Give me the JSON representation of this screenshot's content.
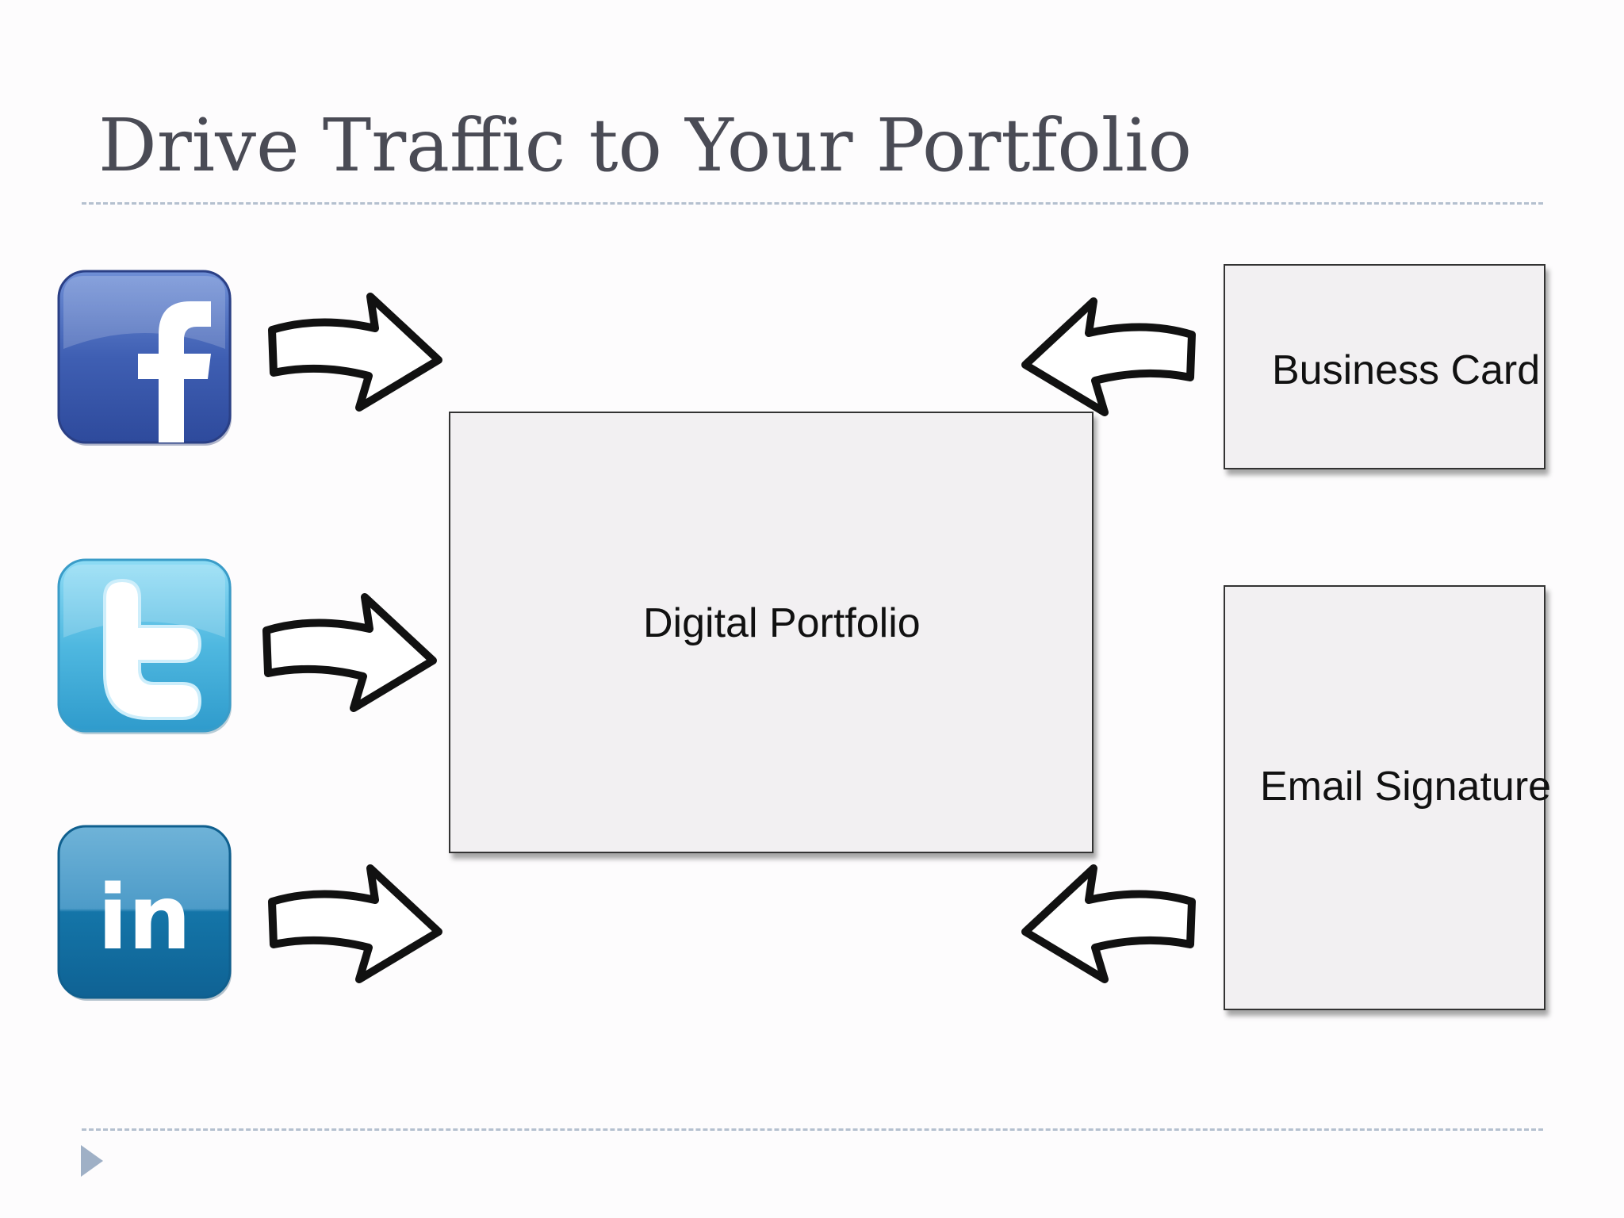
{
  "slide": {
    "title": "Drive Traffic to Your Portfolio"
  },
  "social_icons": [
    {
      "name": "facebook",
      "glyph": "f",
      "color": "#3f5fb3"
    },
    {
      "name": "twitter",
      "glyph": "t",
      "color": "#4fb8e0"
    },
    {
      "name": "linkedin",
      "glyph": "in",
      "color": "#1475a8"
    }
  ],
  "boxes": {
    "center": "Digital Portfolio",
    "business_card": "Business Card",
    "email_signature": "Email Signature"
  },
  "colors": {
    "title": "#4a4b55",
    "rule": "#b4c0cf",
    "bullet": "#9fb0c6",
    "box_fill": "#f2f0f2"
  },
  "icons": [
    "facebook-icon",
    "twitter-icon",
    "linkedin-icon",
    "arrow-right-icon",
    "arrow-left-icon",
    "triangle-bullet-icon"
  ]
}
